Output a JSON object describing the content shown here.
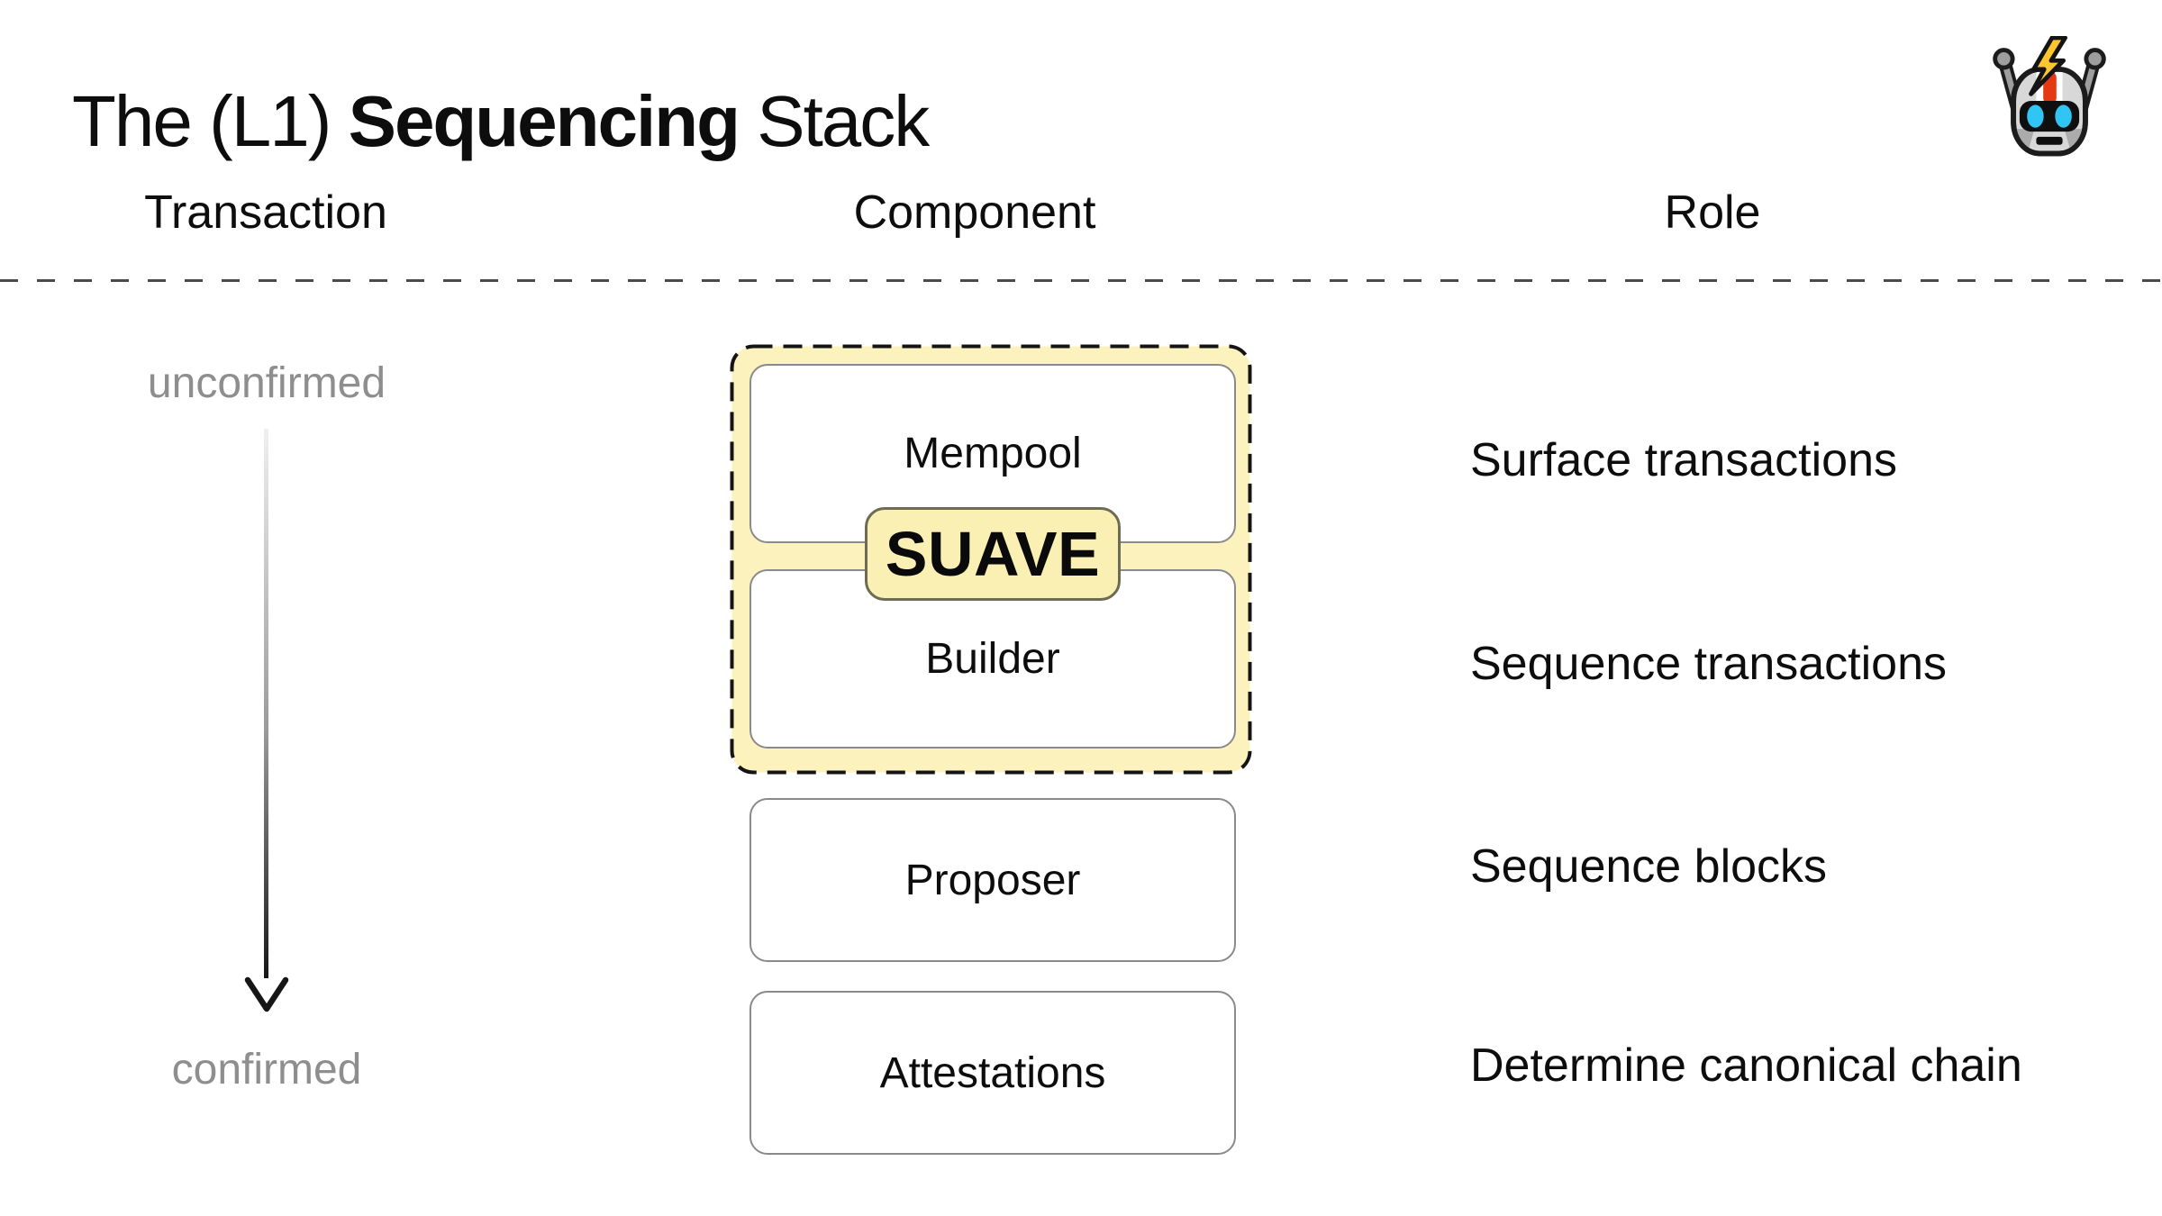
{
  "title": {
    "prefix": "The (L1) ",
    "emphasis": "Sequencing",
    "suffix": " Stack"
  },
  "columns": [
    {
      "label": "Transaction"
    },
    {
      "label": "Component"
    },
    {
      "label": "Role"
    }
  ],
  "timeline": {
    "top_label": "unconfirmed",
    "bottom_label": "confirmed"
  },
  "suave": {
    "badge": "SUAVE"
  },
  "rows": [
    {
      "component": "Mempool",
      "role": "Surface transactions",
      "inside_suave": true
    },
    {
      "component": "Builder",
      "role": "Sequence transactions",
      "inside_suave": true
    },
    {
      "component": "Proposer",
      "role": "Sequence blocks",
      "inside_suave": false
    },
    {
      "component": "Attestations",
      "role": "Determine canonical chain",
      "inside_suave": false
    }
  ],
  "icons": {
    "robot": "robot-with-lightning-bolt"
  },
  "colors": {
    "ink": "#0d0d0d",
    "muted-text": "#8e8e8e",
    "dash-color": "#4a4a4a",
    "box-border": "#8a8a8a",
    "suave-fill": "#fbf2be",
    "badge-fill": "#faf0b4",
    "badge-border": "#6c6c54",
    "bolt-yellow": "#ffc52e",
    "eye-cyan": "#30c5f3",
    "stripe-red": "#e43a14"
  }
}
